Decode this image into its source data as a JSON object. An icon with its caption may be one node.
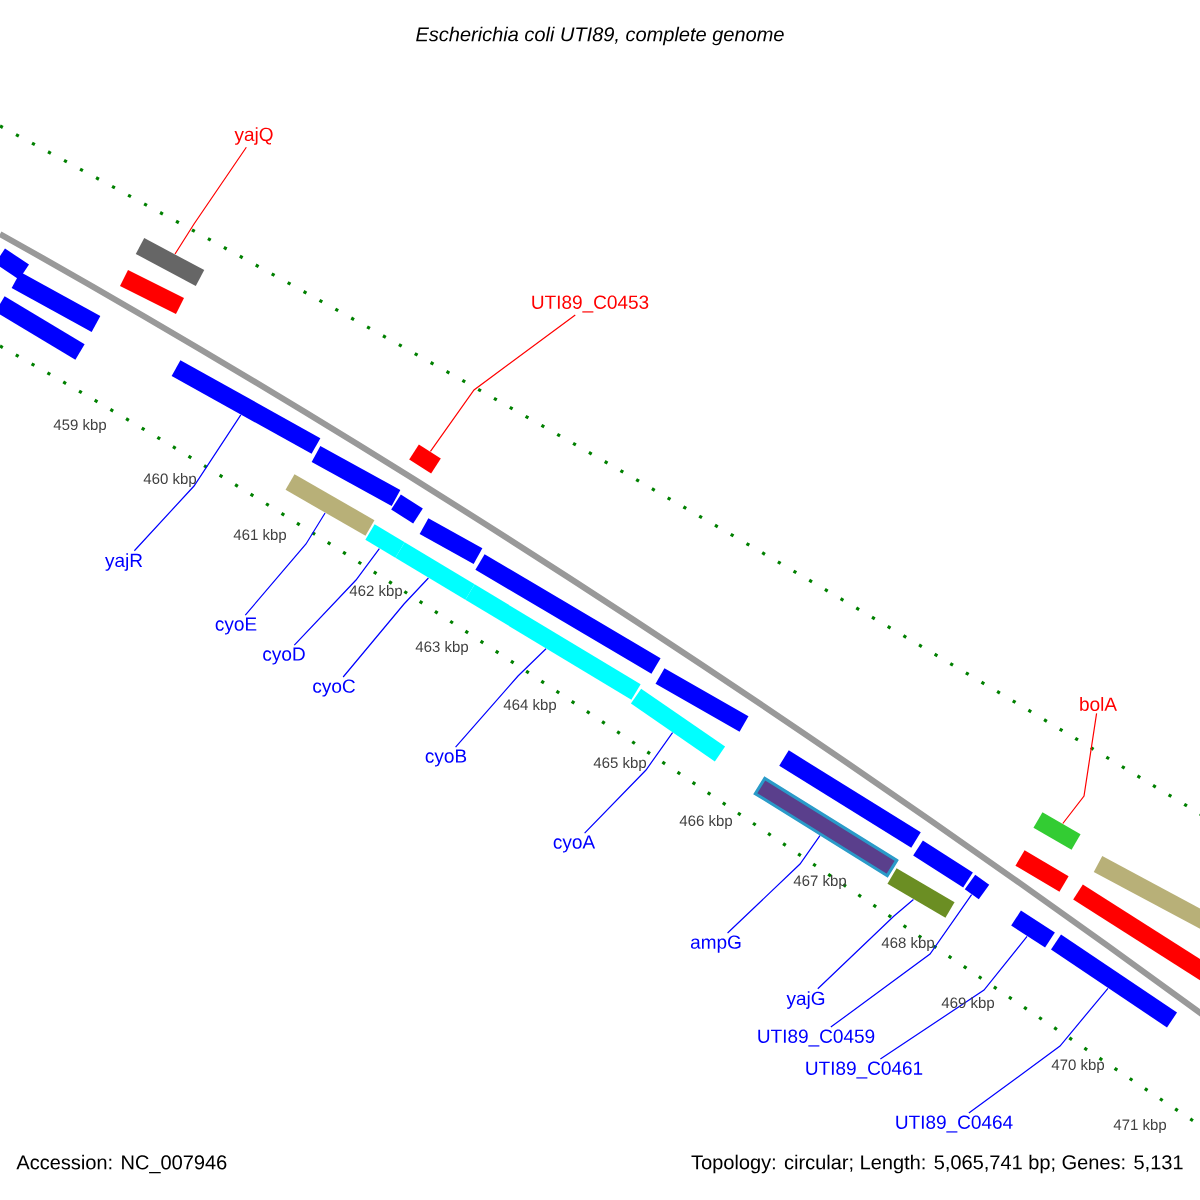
{
  "diagram": {
    "title": "Escherichia coli UTI89, complete genome",
    "nodes": [
      {
        "text": [
          "yajQ"
        ]
      },
      {
        "text": [
          "UTI89_C0453"
        ]
      },
      {
        "text": [
          "yajR"
        ]
      },
      {
        "text": [
          "cyoE"
        ]
      },
      {
        "text": [
          "cyoD"
        ]
      },
      {
        "text": [
          "cyoC"
        ]
      },
      {
        "text": [
          "cyoB"
        ]
      },
      {
        "text": [
          "cyoA"
        ]
      },
      {
        "text": [
          "bolA"
        ]
      },
      {
        "text": [
          "ampG"
        ]
      },
      {
        "text": [
          "yajG"
        ]
      },
      {
        "text": [
          "UTI89_C0459"
        ]
      },
      {
        "text": [
          "UTI89_C0461"
        ]
      },
      {
        "text": [
          "UTI89_C0464"
        ]
      },
      {
        "text": [],
        "shape": "bar"
      },
      {
        "text": [],
        "shape": "bar"
      },
      {
        "text": [],
        "shape": "bar"
      },
      {
        "text": [],
        "shape": "bar"
      },
      {
        "text": [],
        "shape": "bar"
      },
      {
        "text": [],
        "shape": "bar"
      },
      {
        "text": [],
        "shape": "bar"
      },
      {
        "text": [],
        "shape": "bar"
      },
      {
        "text": [],
        "shape": "bar"
      },
      {
        "text": [],
        "shape": "bar"
      },
      {
        "text": [],
        "shape": "bar"
      },
      {
        "text": [],
        "shape": "bar"
      },
      {
        "text": [],
        "shape": "bar"
      },
      {
        "text": [],
        "shape": "bar"
      }
    ],
    "edges": [
      {
        "from": 0,
        "to": 14,
        "arrow": "none",
        "color": "#ff0000"
      },
      {
        "from": 1,
        "to": 19,
        "arrow": "none",
        "color": "#ff0000"
      },
      {
        "from": 2,
        "to": 15,
        "arrow": "none"
      },
      {
        "from": 3,
        "to": 16,
        "arrow": "none"
      },
      {
        "from": 4,
        "to": 17,
        "arrow": "none"
      },
      {
        "from": 5,
        "to": 18,
        "arrow": "none"
      },
      {
        "from": 6,
        "to": 20,
        "arrow": "none"
      },
      {
        "from": 7,
        "to": 21,
        "arrow": "none"
      },
      {
        "from": 8,
        "to": 26,
        "arrow": "none",
        "color": "#ff0000"
      },
      {
        "from": 9,
        "to": 22,
        "arrow": "none"
      },
      {
        "from": 10,
        "to": 23,
        "arrow": "none"
      },
      {
        "from": 11,
        "to": 24,
        "arrow": "none"
      },
      {
        "from": 12,
        "to": 25,
        "arrow": "none"
      },
      {
        "from": 13,
        "to": 27,
        "arrow": "none"
      }
    ],
    "labels": [
      "459 kbp",
      "460 kbp",
      "461 kbp",
      "462 kbp",
      "463 kbp",
      "464 kbp",
      "465 kbp",
      "466 kbp",
      "467 kbp",
      "468 kbp",
      "469 kbp",
      "470 kbp",
      "471 kbp",
      "Accession: NC_007946",
      "Topology: circular; Length: 5,065,741 bp; Genes: 5,131"
    ]
  }
}
